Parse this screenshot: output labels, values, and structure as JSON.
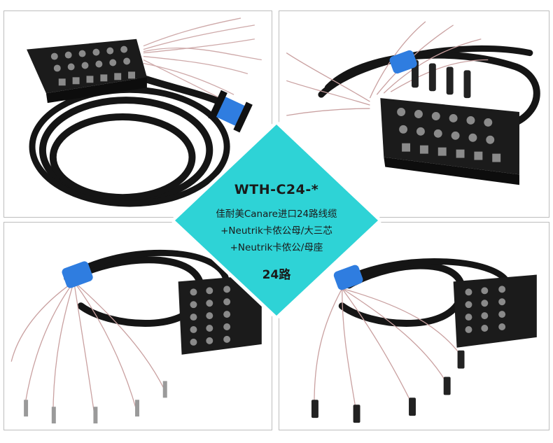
{
  "product": {
    "model": "WTH-C24-*",
    "line1": "佳耐美Canare进口24路线缆",
    "line2": "+Neutrik卡侬公母/大三芯",
    "line3": "+Neutrik卡侬公/母座",
    "channels": "24路"
  },
  "colors": {
    "diamond": "#2ed3d6",
    "box": "#1b1b1b",
    "connector_blue": "#2f7de0",
    "cable": "#151515"
  },
  "photos": [
    {
      "name": "stagebox-with-xlr-fan-top-left"
    },
    {
      "name": "stagebox-with-xlr-male-fan-top-right"
    },
    {
      "name": "stagebox-with-trs-jack-fan-bottom-left"
    },
    {
      "name": "stagebox-with-xlr-female-fan-bottom-right"
    }
  ]
}
